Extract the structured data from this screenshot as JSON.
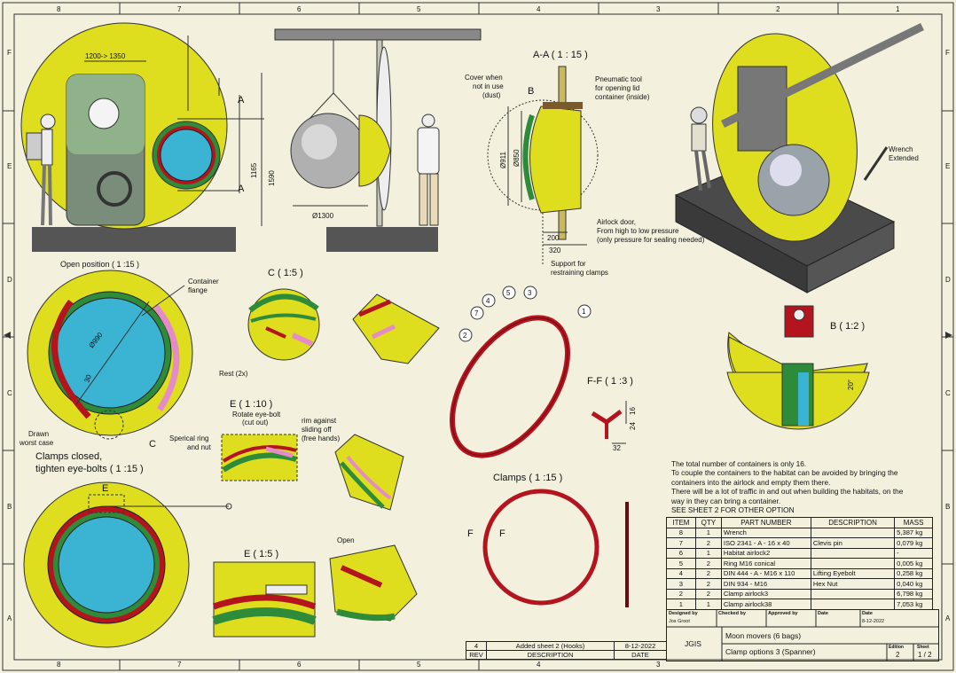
{
  "border": {
    "columns_top": [
      "8",
      "7",
      "6",
      "5",
      "4",
      "3",
      "2",
      "1"
    ],
    "rows_side": [
      "F",
      "E",
      "D",
      "C",
      "B",
      "A"
    ]
  },
  "views": {
    "airlock_front": {
      "dim_width": "1200-> 1350",
      "dim_h1": "1165",
      "dim_h2": "1590",
      "section_mark": "A"
    },
    "airlock_side": {
      "dim_dia": "Ø1300"
    },
    "section_aa": {
      "title": "A-A ( 1 : 15 )",
      "callout_b": "B",
      "note_cover": [
        "Cover when",
        "not in use",
        "(dust)"
      ],
      "note_tool": [
        "Pneumatic tool",
        "for opening lid",
        "container (inside)"
      ],
      "note_door": [
        "Airlock door,",
        "From high to low pressure",
        "(only pressure for sealing needed)"
      ],
      "note_support": [
        "Support for",
        "restraining clamps"
      ],
      "dim_911": "Ø911",
      "dim_850": "Ø850",
      "dim_200": "200",
      "dim_320": "320"
    },
    "iso_view": {
      "note_wrench": [
        "Wrench",
        "Extended"
      ]
    },
    "open_position": {
      "title": "Open position ( 1 :15 )",
      "note_flange": [
        "Container",
        "flange"
      ],
      "note_rest": "Rest (2x)",
      "note_drawn": [
        "Drawn",
        "worst case"
      ],
      "dim_990": "Ø990",
      "dim_30": "30",
      "callout_c": "C"
    },
    "detail_c": {
      "title": "C ( 1:5 )"
    },
    "detail_e10": {
      "title": "E ( 1 :10 )",
      "subtitle": [
        "Rotate eye-bolt",
        "(cut out)"
      ],
      "note_ring": [
        "Sperical ring",
        "and nut"
      ],
      "note_rim": [
        "rim against",
        "sliding off",
        "(free hands)"
      ]
    },
    "clamps_closed": {
      "title": [
        "Clamps closed,",
        "tighten eye-bolts ( 1 :15 )"
      ],
      "callout_e": "E"
    },
    "detail_e5": {
      "title": "E ( 1:5 )",
      "note_open": "Open"
    },
    "clamps_iso": {
      "balloons": [
        "1",
        "2",
        "3",
        "4",
        "5",
        "7"
      ]
    },
    "section_ff": {
      "title": "F-F ( 1 :3 )",
      "dim_16": "16",
      "dim_24": "24",
      "dim_32": "32"
    },
    "clamps": {
      "title": "Clamps ( 1 :15 )",
      "section_mark": "F"
    },
    "detail_b": {
      "title": "B ( 1:2 )",
      "dim_angle": "20°"
    }
  },
  "notes": [
    "The total number of containers is only 16.",
    "To couple the containers to the habitat can be avoided by bringing the",
    "containers into the airlock and empty them there.",
    "There will be a lot of traffic in and out when building the habitats, on the",
    "way in they can bring a container.",
    "SEE SHEET 2 FOR OTHER OPTION"
  ],
  "bom": {
    "headers": [
      "ITEM",
      "QTY",
      "PART NUMBER",
      "DESCRIPTION",
      "MASS"
    ],
    "rows": [
      [
        "8",
        "1",
        "Wrench",
        "",
        "5,387 kg"
      ],
      [
        "7",
        "2",
        "ISO 2341 - A - 16 x 40",
        "Clevis pin",
        "0,079 kg"
      ],
      [
        "6",
        "1",
        "Habitat airlock2",
        "",
        "-"
      ],
      [
        "5",
        "2",
        "Ring M16 conical",
        "",
        "0,005 kg"
      ],
      [
        "4",
        "2",
        "DIN 444 - A - M16 x 110",
        "Lifting Eyebolt",
        "0,258 kg"
      ],
      [
        "3",
        "2",
        "DIN 934 - M16",
        "Hex Nut",
        "0,040 kg"
      ],
      [
        "2",
        "2",
        "Clamp airlock3",
        "",
        "6,798 kg"
      ],
      [
        "1",
        "1",
        "Clamp airlock38",
        "",
        "7,053 kg"
      ]
    ]
  },
  "title_block": {
    "designed_by_label": "Designed by",
    "designed_by": "Jos Groot",
    "checked_by_label": "Checked by",
    "approved_by_label": "Approved by",
    "date_label": "Date",
    "date_label2": "Date",
    "date": "8-12-2022",
    "company": "JGIS",
    "title": "Moon movers (6 bags)",
    "subtitle": "Clamp options 3 (Spanner)",
    "edition_label": "Edition",
    "edition": "2",
    "sheet_label": "Sheet",
    "sheet": "1 / 2"
  },
  "revision": {
    "rev": "4",
    "description": "Added sheet 2 (Hooks)",
    "date": "8-12-2022",
    "hdr_rev": "REV",
    "hdr_desc": "DESCRIPTION",
    "hdr_date": "DATE"
  },
  "colors": {
    "yellow": "#dede1e",
    "blue": "#3ab4d2",
    "green": "#2e8b3a",
    "red": "#b4141e",
    "pink": "#e58cc8",
    "paper": "#f3f1de"
  }
}
